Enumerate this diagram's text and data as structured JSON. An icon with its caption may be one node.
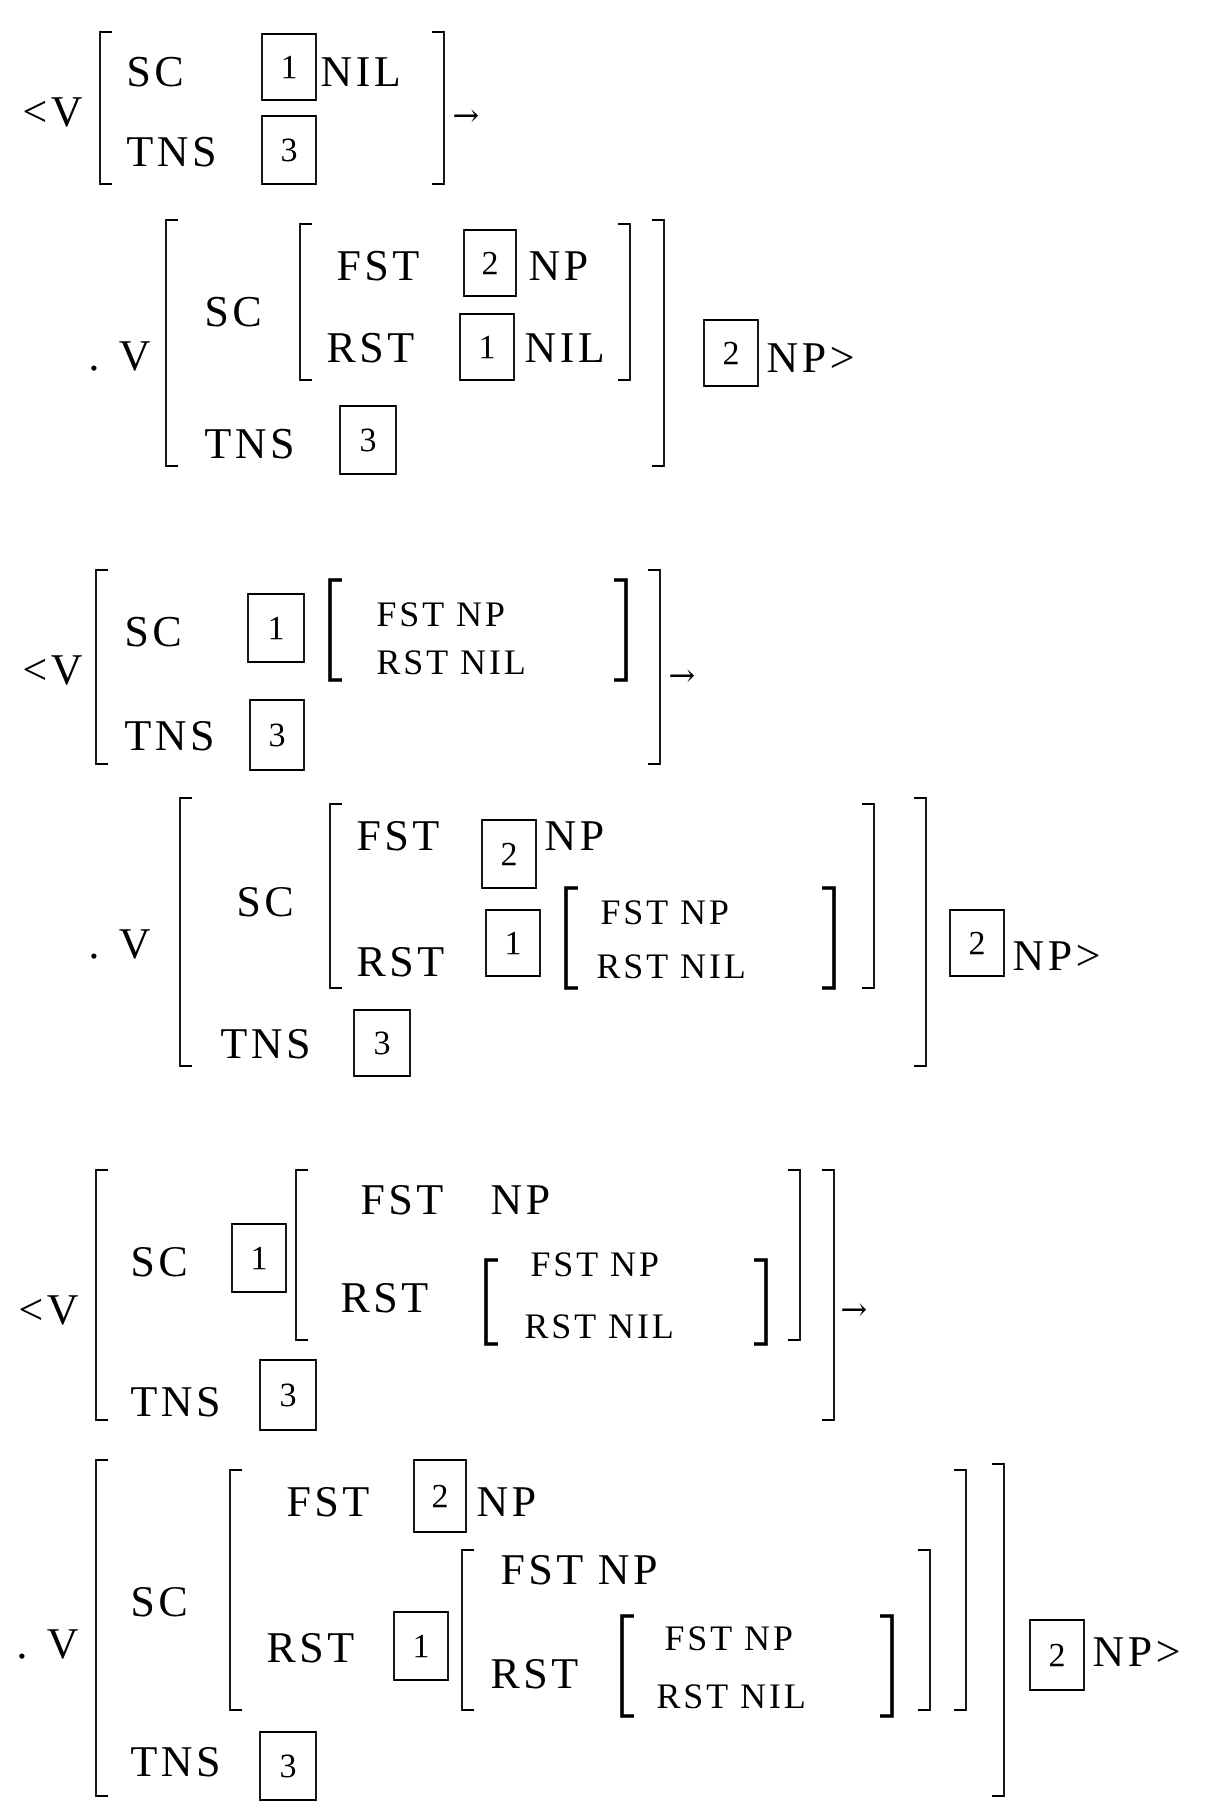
{
  "diagram": {
    "nodes": [
      {
        "text": [
          "1"
        ]
      },
      {
        "text": [
          "3"
        ]
      },
      {
        "text": [
          "2"
        ]
      },
      {
        "text": [
          "1"
        ]
      },
      {
        "text": [
          "3"
        ]
      },
      {
        "text": [
          "2"
        ]
      },
      {
        "text": [
          "1"
        ]
      },
      {
        "text": [
          "3"
        ]
      },
      {
        "text": [
          "2"
        ]
      },
      {
        "text": [
          "1"
        ]
      },
      {
        "text": [
          "3"
        ]
      },
      {
        "text": [
          "2"
        ]
      },
      {
        "text": [
          "1"
        ]
      },
      {
        "text": [
          "3"
        ]
      },
      {
        "text": [
          "2"
        ]
      },
      {
        "text": [
          "1"
        ]
      },
      {
        "text": [
          "3"
        ]
      },
      {
        "text": [
          "2"
        ]
      }
    ],
    "labels": [
      "<V",
      "SC",
      "NIL",
      "TNS",
      "→",
      ". V",
      "SC",
      "FST",
      "NP",
      "RST",
      "NIL",
      "TNS",
      "NP>",
      "<V",
      "SC",
      "FST NP",
      "RST NIL",
      "TNS",
      "→",
      ". V",
      "SC",
      "FST",
      "NP",
      "RST",
      "FST NP",
      "RST NIL",
      "TNS",
      "NP>",
      "<V",
      "SC",
      "FST",
      "NP",
      "RST",
      "FST NP",
      "RST NIL",
      "TNS",
      "→",
      ". V",
      "SC",
      "FST",
      "NP",
      "RST",
      "FST NP",
      "RST",
      "FST NP",
      "RST NIL",
      "TNS",
      "NP>"
    ]
  }
}
